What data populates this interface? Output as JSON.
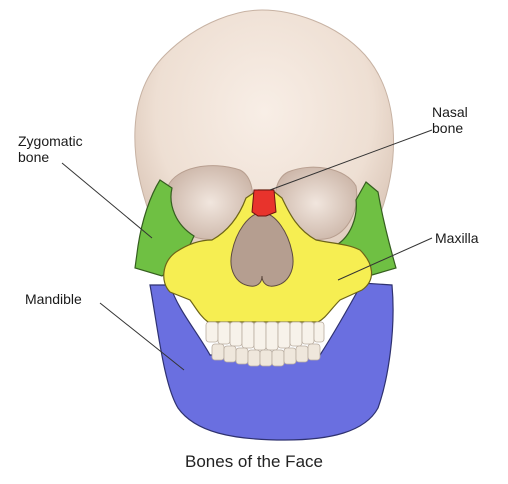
{
  "labels": {
    "zygomatic_line1": "Zygomatic",
    "zygomatic_line2": "bone",
    "nasal_line1": "Nasal",
    "nasal_line2": "bone",
    "maxilla": "Maxilla",
    "mandible": "Mandible"
  },
  "caption": "Bones of the Face",
  "colors": {
    "skull": "#efe1d6",
    "zygomatic": "#6fc043",
    "nasal": "#e8332c",
    "maxilla": "#f6ee52",
    "mandible": "#6a6fe0",
    "teeth": "#f7f2ea"
  }
}
